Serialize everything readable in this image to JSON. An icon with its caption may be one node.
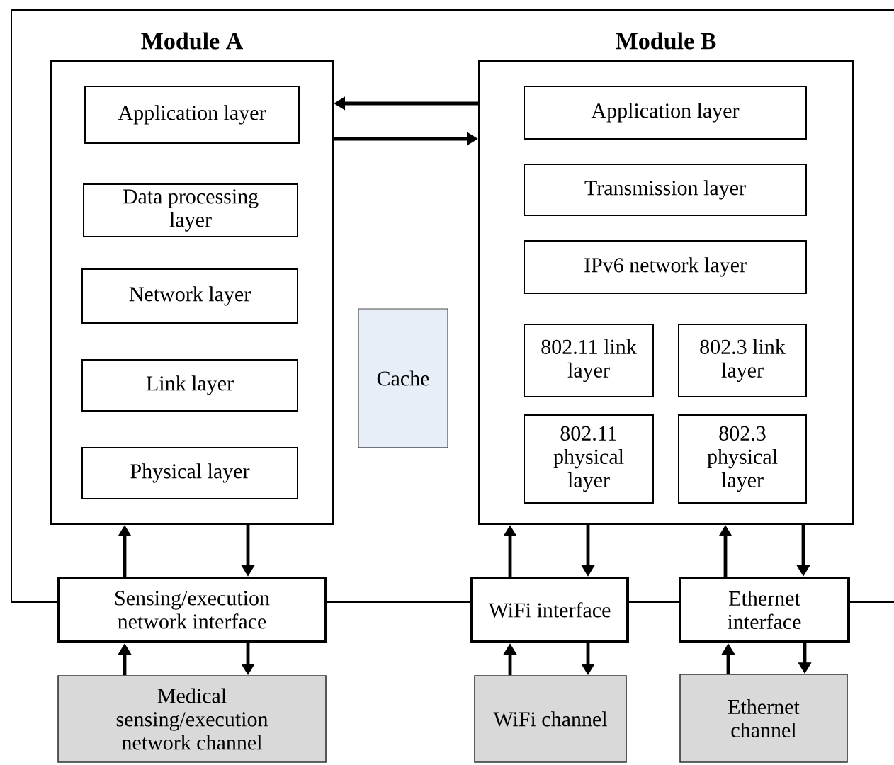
{
  "diagram": {
    "nodes": [
      {
        "text": [
          "Module A"
        ]
      },
      {
        "text": [
          "Application layer"
        ],
        "in": 0
      },
      {
        "text": [
          "Data processing layer"
        ],
        "in": 0
      },
      {
        "text": [
          "Network layer"
        ],
        "in": 0
      },
      {
        "text": [
          "Link layer"
        ],
        "in": 0
      },
      {
        "text": [
          "Physical layer"
        ],
        "in": 0
      },
      {
        "text": [
          "Cache"
        ]
      },
      {
        "text": [
          "Module B"
        ]
      },
      {
        "text": [
          "Application layer"
        ],
        "in": 7
      },
      {
        "text": [
          "Transmission layer"
        ],
        "in": 7
      },
      {
        "text": [
          "IPv6 network layer"
        ],
        "in": 7
      },
      {
        "text": [
          "802.11 link layer"
        ],
        "in": 7
      },
      {
        "text": [
          "802.3 link layer"
        ],
        "in": 7
      },
      {
        "text": [
          "802.11 physical layer"
        ],
        "in": 7
      },
      {
        "text": [
          "802.3 physical layer"
        ],
        "in": 7
      },
      {
        "text": [
          "Sensing/execution network interface"
        ]
      },
      {
        "text": [
          "WiFi interface"
        ]
      },
      {
        "text": [
          "Ethernet interface"
        ]
      },
      {
        "text": [
          "Medical sensing/execution network channel"
        ]
      },
      {
        "text": [
          "WiFi channel"
        ]
      },
      {
        "text": [
          "Ethernet channel"
        ]
      }
    ],
    "edges": [
      {
        "from": 7,
        "to": 0,
        "arrow": "to"
      },
      {
        "from": 0,
        "to": 7,
        "arrow": "to"
      },
      {
        "from": 15,
        "to": 0,
        "arrow": "to"
      },
      {
        "from": 0,
        "to": 15,
        "arrow": "to"
      },
      {
        "from": 16,
        "to": 7,
        "arrow": "to"
      },
      {
        "from": 7,
        "to": 16,
        "arrow": "to"
      },
      {
        "from": 17,
        "to": 7,
        "arrow": "to"
      },
      {
        "from": 7,
        "to": 17,
        "arrow": "to"
      },
      {
        "from": 18,
        "to": 15,
        "arrow": "to"
      },
      {
        "from": 15,
        "to": 18,
        "arrow": "to"
      },
      {
        "from": 19,
        "to": 16,
        "arrow": "to"
      },
      {
        "from": 16,
        "to": 19,
        "arrow": "to"
      },
      {
        "from": 20,
        "to": 17,
        "arrow": "to"
      },
      {
        "from": 17,
        "to": 20,
        "arrow": "to"
      },
      {
        "from": 15,
        "to": 16,
        "arrow": "none"
      },
      {
        "from": 16,
        "to": 17,
        "arrow": "none"
      }
    ]
  }
}
